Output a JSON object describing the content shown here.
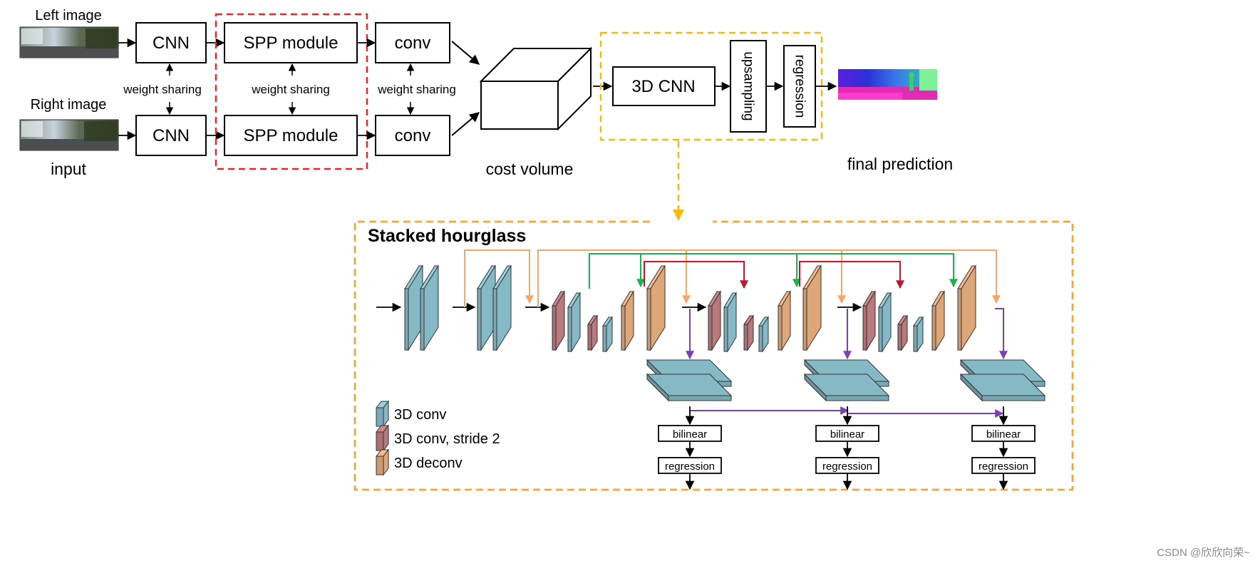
{
  "labels": {
    "left_image": "Left image",
    "right_image": "Right image",
    "input": "input",
    "cnn_top": "CNN",
    "cnn_bottom": "CNN",
    "spp_top": "SPP module",
    "spp_bottom": "SPP module",
    "conv_top": "conv",
    "conv_bottom": "conv",
    "weight_sharing_1": "weight sharing",
    "weight_sharing_2": "weight sharing",
    "weight_sharing_3": "weight sharing",
    "cost_volume": "cost volume",
    "cnn3d": "3D CNN",
    "upsampling": "upsampling",
    "regression_vertical": "regression",
    "final_prediction": "final prediction",
    "stacked_hourglass": "Stacked hourglass",
    "bilinear": "bilinear",
    "regression": "regression"
  },
  "legend": [
    {
      "label": "3D conv",
      "color": "#86b9c6",
      "icon": "3d-conv-block"
    },
    {
      "label": "3D conv, stride 2",
      "color": "#b97a7e",
      "icon": "3d-conv-stride2-block"
    },
    {
      "label": "3D deconv",
      "color": "#dea77a",
      "icon": "3d-deconv-block"
    }
  ],
  "colors": {
    "conv": "#86b9c6",
    "conv_stride2": "#b97a7e",
    "deconv": "#dea77a",
    "red_dashed": "#e8262b",
    "orange_dashed": "#f2a53a",
    "yellow_dashed": "#f6b812",
    "skip_orange": "#f4a766",
    "skip_green": "#1db34a",
    "skip_red": "#c8142b",
    "skip_purple": "#7d3fb2"
  },
  "watermark": "CSDN @欣欣向荣~"
}
